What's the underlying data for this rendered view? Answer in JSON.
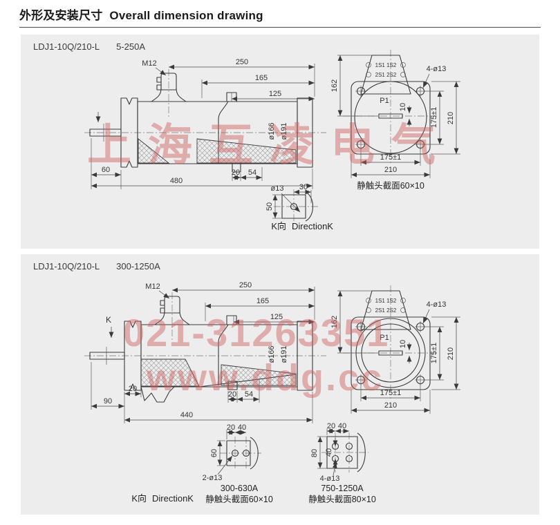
{
  "header": {
    "title_zh": "外形及安装尺寸",
    "title_en": "Overall dimension drawing"
  },
  "watermark": {
    "company": "上海互凌电气",
    "phone": "021-31263351",
    "site": "www.ddg.cc"
  },
  "panel1": {
    "model": "LDJ1-10Q/210-L",
    "current_range": "5-250A",
    "side": {
      "thread": "M12",
      "dim_250": "250",
      "dim_165": "165",
      "dim_125": "125",
      "dim_60": "60",
      "dim_20": "20",
      "dim_54": "54",
      "dim_480": "480",
      "dia_166": "ø166",
      "dia_191": "ø191"
    },
    "front": {
      "terminals_row1": "1S1 1S2",
      "terminals_row2": "2S1 2S2",
      "polarity": "P1",
      "dim_162": "162",
      "holes_label": "4-ø13",
      "dim_10": "10",
      "dim_175_side": "175±1",
      "dim_210_side": "210",
      "dim_175_bottom": "175±1",
      "dim_210_bottom": "210",
      "caption": "静触头截面60×10"
    },
    "kview": {
      "dia_13": "ø13",
      "dim_30": "30",
      "dim_50": "50",
      "caption_zh": "K向",
      "caption_en": "DirectionK"
    }
  },
  "panel2": {
    "model": "LDJ1-10Q/210-L",
    "current_range": "300-1250A",
    "side": {
      "k_label": "K",
      "thread": "M12",
      "dim_250": "250",
      "dim_165": "165",
      "dim_125": "125",
      "dim_20_left": "20",
      "dim_90": "90",
      "dim_20_right": "20",
      "dim_54": "54",
      "dim_440": "440",
      "dia_166": "ø166",
      "dia_191": "ø191"
    },
    "front": {
      "terminals_row1": "1S1 1S2",
      "terminals_row2": "2S1 2S2",
      "polarity": "P1",
      "dim_162": "162",
      "holes_label": "4-ø13",
      "dim_10": "10",
      "dim_175_side": "175±1",
      "dim_210_side": "210",
      "dim_175_bottom": "175±1",
      "dim_210_bottom": "210"
    },
    "kview_caption_zh": "K向",
    "kview_caption_en": "DirectionK",
    "detail_a": {
      "dim_20": "20",
      "dim_40": "40",
      "dim_60": "60",
      "holes_label": "2-ø13",
      "range": "300-630A",
      "caption": "静触头截面60×10"
    },
    "detail_b": {
      "dim_20": "20",
      "dim_40": "40",
      "dim_80": "80",
      "dim_40_inner": "40",
      "holes_label": "4-ø13",
      "range": "750-1250A",
      "caption": "静触头截面80×10"
    }
  }
}
